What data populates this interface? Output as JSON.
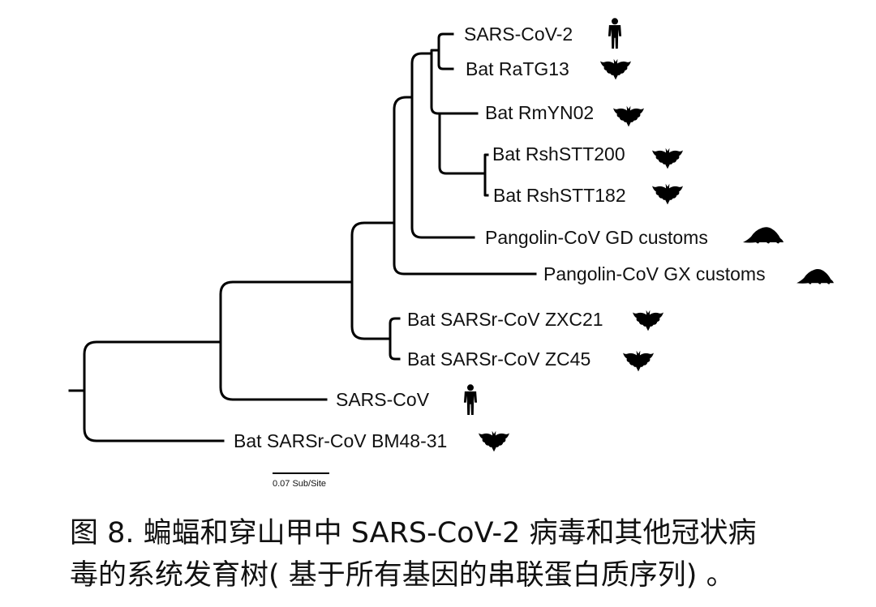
{
  "tree": {
    "taxa": [
      {
        "label": "SARS-CoV-2",
        "host": "human-icon"
      },
      {
        "label": "Bat RaTG13",
        "host": "bat-icon"
      },
      {
        "label": "Bat RmYN02",
        "host": "bat-icon"
      },
      {
        "label": "Bat RshSTT200",
        "host": "bat-icon"
      },
      {
        "label": "Bat RshSTT182",
        "host": "bat-icon"
      },
      {
        "label": "Pangolin-CoV GD customs",
        "host": "pangolin-icon"
      },
      {
        "label": "Pangolin-CoV GX customs",
        "host": "pangolin-icon"
      },
      {
        "label": "Bat SARSr-CoV ZXC21",
        "host": "bat-icon"
      },
      {
        "label": "Bat SARSr-CoV ZC45",
        "host": "bat-icon"
      },
      {
        "label": "SARS-CoV",
        "host": "human-icon"
      },
      {
        "label": "Bat SARSr-CoV BM48-31",
        "host": "bat-icon"
      }
    ],
    "scale_bar": {
      "label": "0.07 Sub/Site",
      "value": 0.07
    }
  },
  "caption": {
    "line1": "图 8.  蝙蝠和穿山甲中 SARS-CoV-2 病毒和其他冠状病",
    "line2": "毒的系统发育树( 基于所有基因的串联蛋白质序列) 。"
  }
}
